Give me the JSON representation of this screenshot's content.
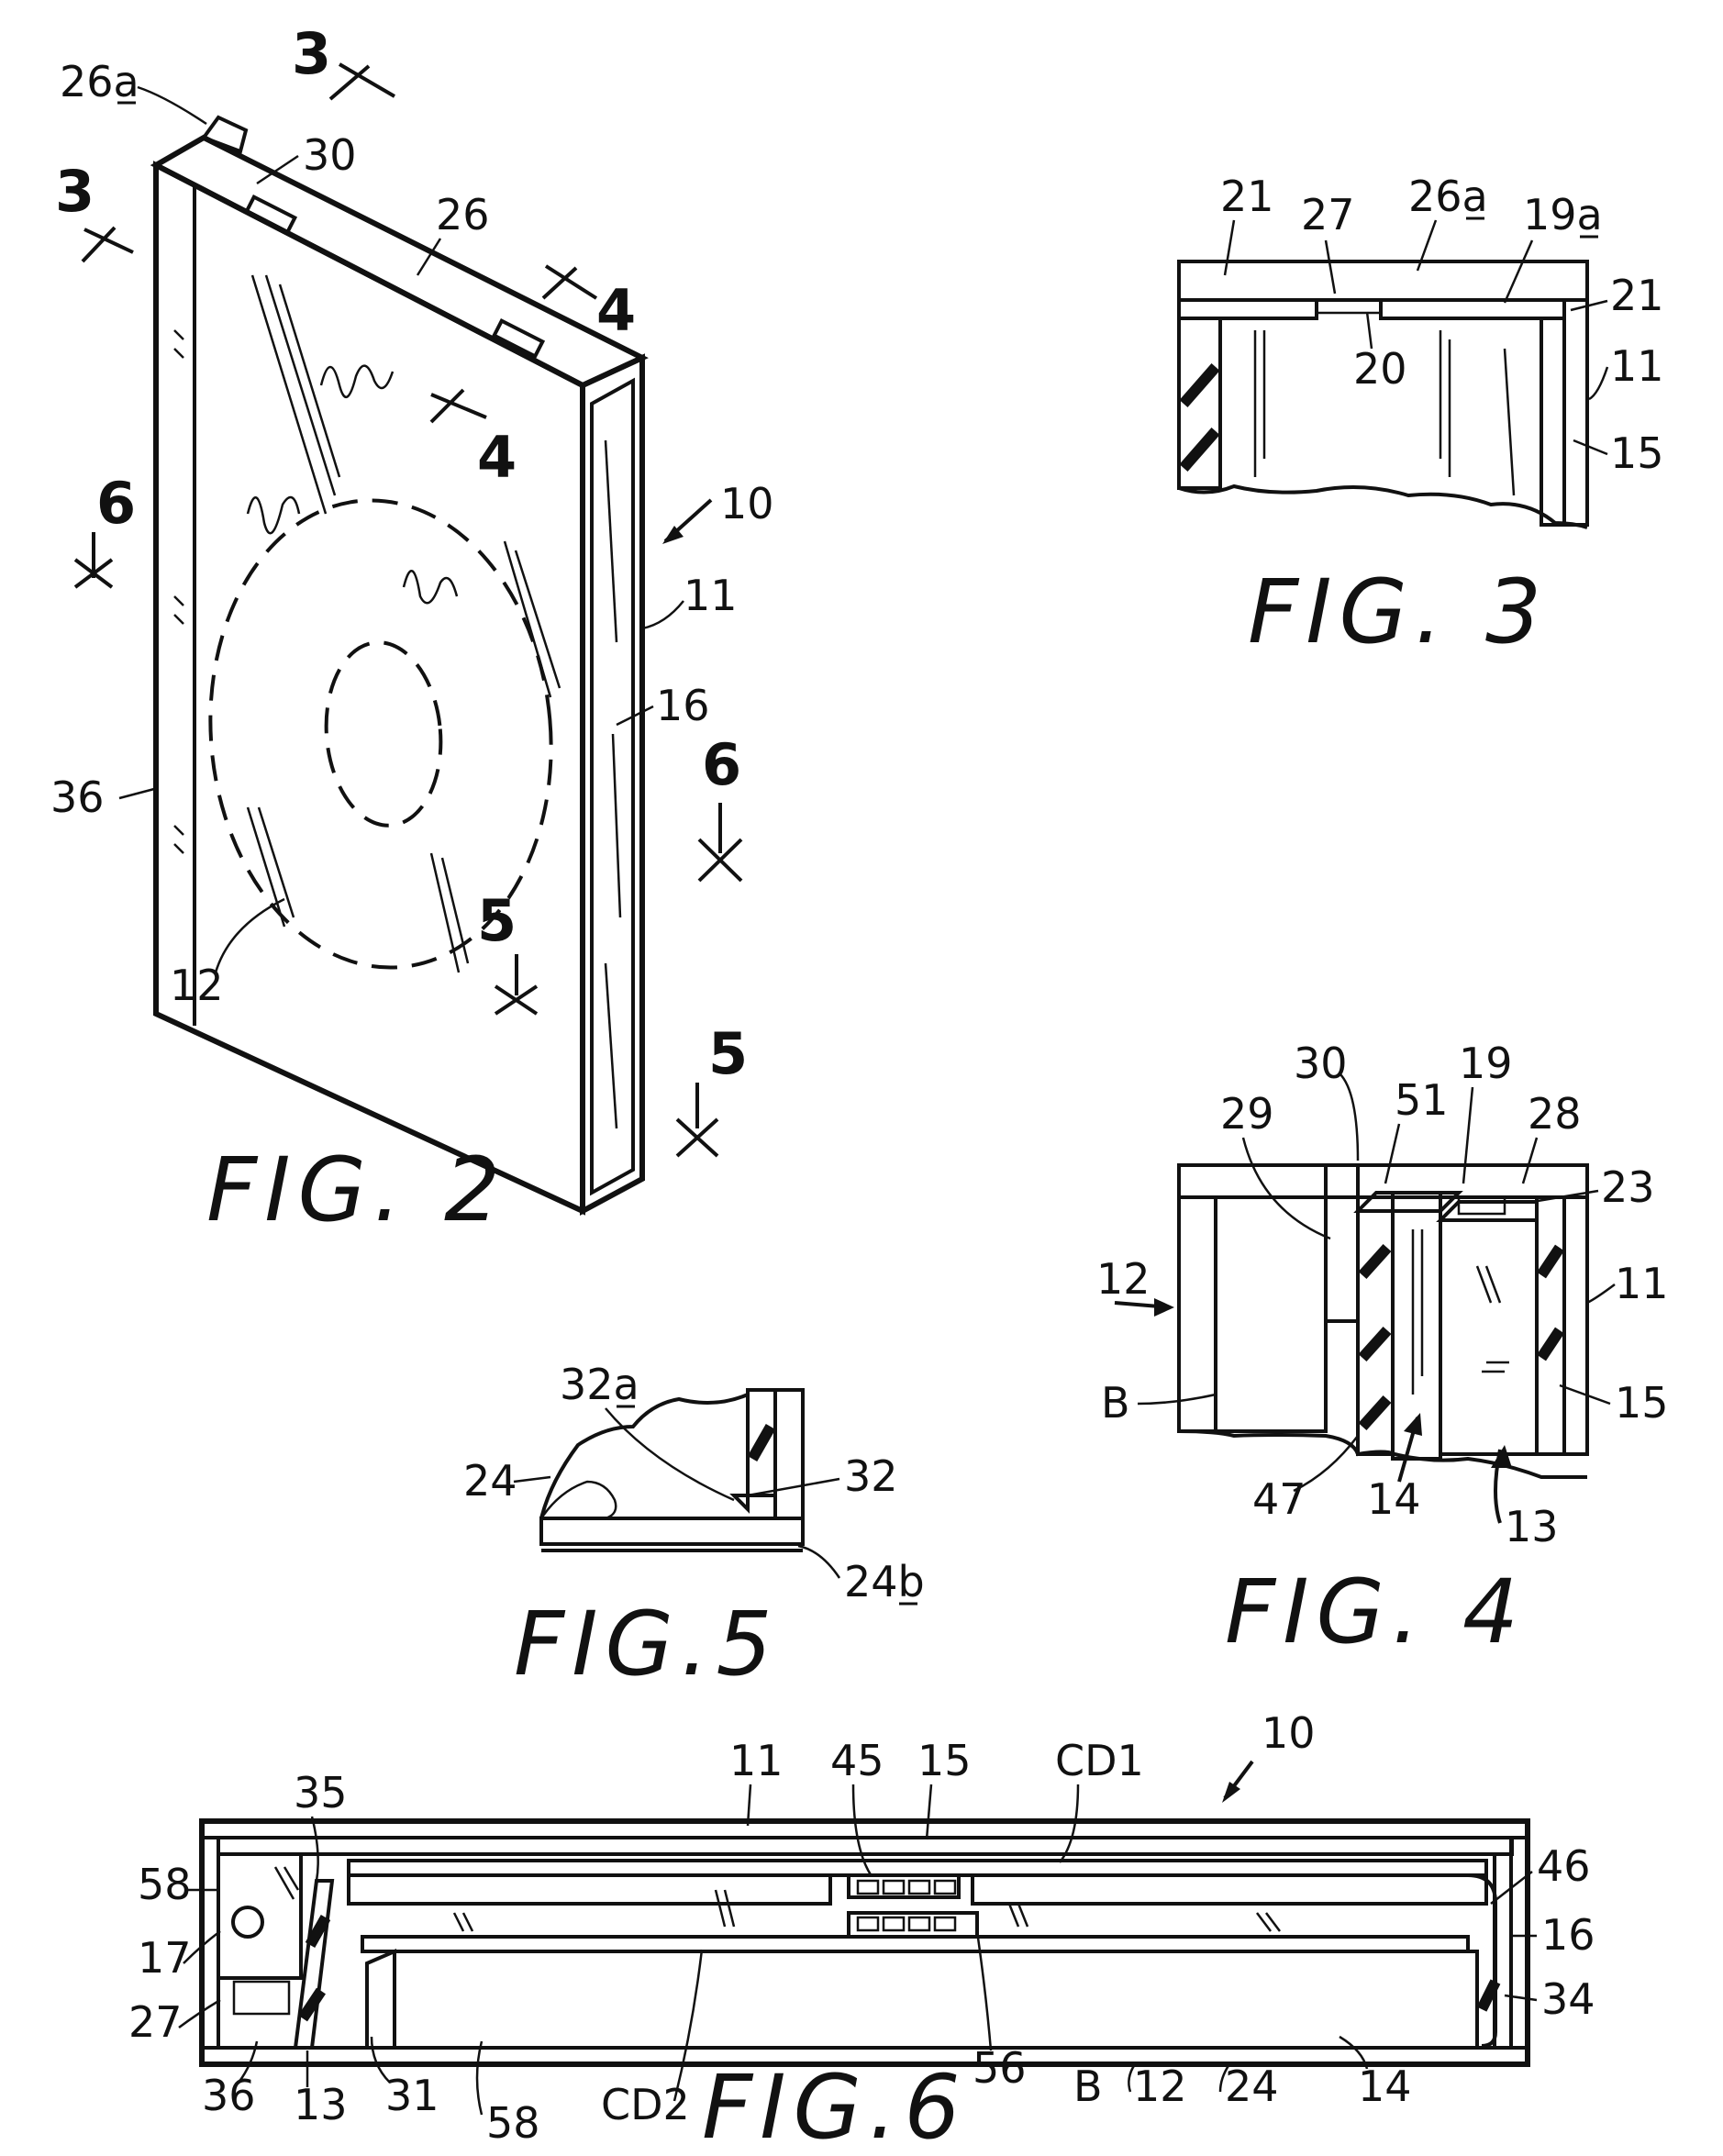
{
  "figures": {
    "fig2": {
      "caption": "FIG. 2",
      "refs": [
        "26a",
        "30",
        "26",
        "3",
        "3",
        "4",
        "4",
        "6",
        "6",
        "10",
        "11",
        "16",
        "36",
        "12",
        "5",
        "5"
      ]
    },
    "fig3": {
      "caption": "FIG. 3",
      "refs": [
        "21",
        "27",
        "26a",
        "19a",
        "21",
        "20",
        "11",
        "15"
      ]
    },
    "fig4": {
      "caption": "FIG. 4",
      "refs": [
        "30",
        "19",
        "29",
        "51",
        "28",
        "23",
        "12",
        "11",
        "B",
        "15",
        "47",
        "14",
        "13"
      ]
    },
    "fig5": {
      "caption": "FIG.5",
      "refs": [
        "32a",
        "24",
        "32",
        "24b"
      ]
    },
    "fig6": {
      "caption": "FIG.6",
      "refs": [
        "10",
        "11",
        "45",
        "15",
        "CD1",
        "35",
        "58",
        "46",
        "17",
        "16",
        "27",
        "34",
        "36",
        "13",
        "31",
        "58",
        "CD2",
        "56",
        "B",
        "12",
        "24",
        "14"
      ]
    }
  }
}
